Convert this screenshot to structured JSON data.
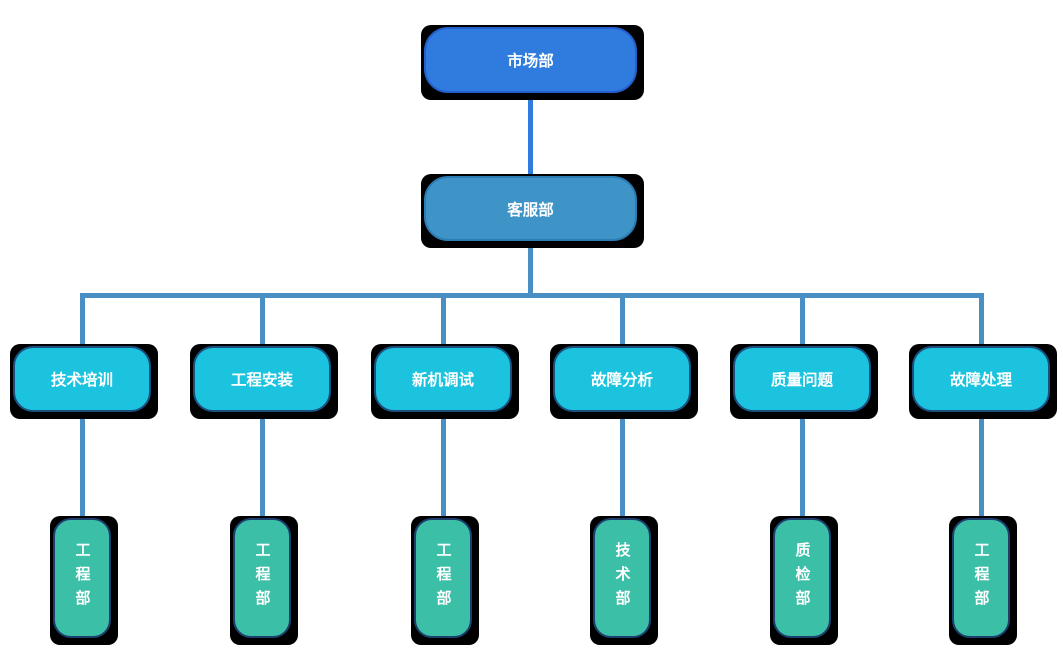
{
  "chart": {
    "type": "org-flowchart",
    "colors": {
      "level1_fill": "#2f7cde",
      "level2_fill": "#3e93c7",
      "level3_fill": "#1cc3df",
      "level4_fill": "#3cbfa7",
      "connector": "#4a8fc4",
      "connector_root": "#2f7cde",
      "shadow": "#000000",
      "text": "#ffffff"
    },
    "level1": [
      {
        "label": "市场部"
      }
    ],
    "level2": [
      {
        "label": "客服部"
      }
    ],
    "level3": [
      {
        "label": "技术培训"
      },
      {
        "label": "工程安装"
      },
      {
        "label": "新机调试"
      },
      {
        "label": "故障分析"
      },
      {
        "label": "质量问题"
      },
      {
        "label": "故障处理"
      }
    ],
    "level4": [
      {
        "label": "工程部"
      },
      {
        "label": "工程部"
      },
      {
        "label": "工程部"
      },
      {
        "label": "技术部"
      },
      {
        "label": "质检部"
      },
      {
        "label": "工程部"
      }
    ]
  }
}
